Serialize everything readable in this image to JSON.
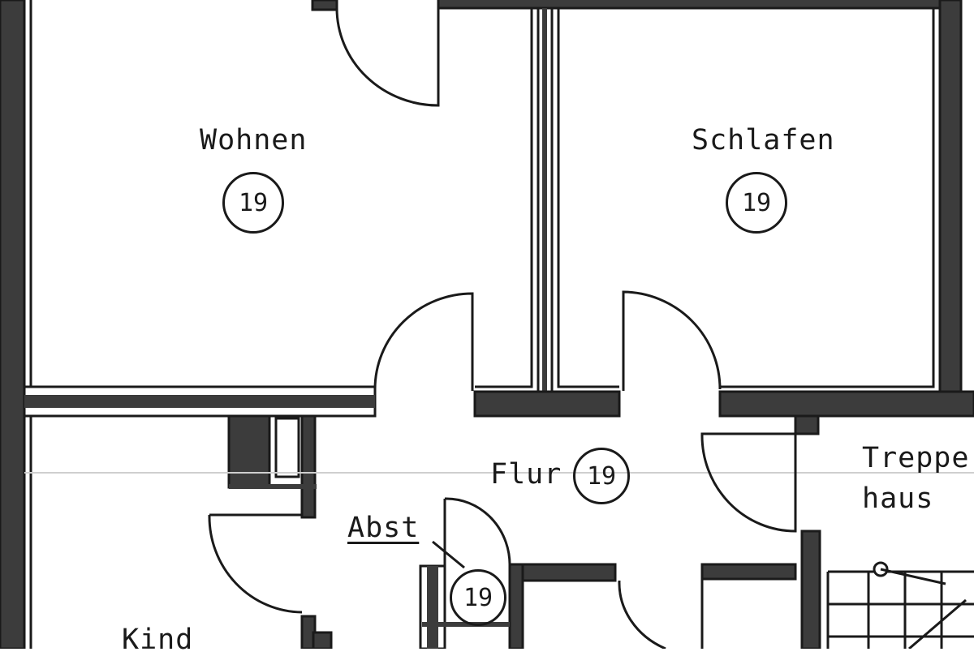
{
  "colors": {
    "wall": "#3c3c3c",
    "line": "#1a1a1a",
    "background": "#ffffff"
  },
  "rooms": {
    "wohnen": {
      "label": "Wohnen",
      "number": "19"
    },
    "schlafen": {
      "label": "Schlafen",
      "number": "19"
    },
    "flur": {
      "label": "Flur",
      "number": "19"
    },
    "abst": {
      "label": "Abst",
      "number": "19"
    },
    "treppenhaus": {
      "label_line1": "Treppe",
      "label_line2": "haus"
    },
    "kind": {
      "label": "Kind"
    }
  }
}
